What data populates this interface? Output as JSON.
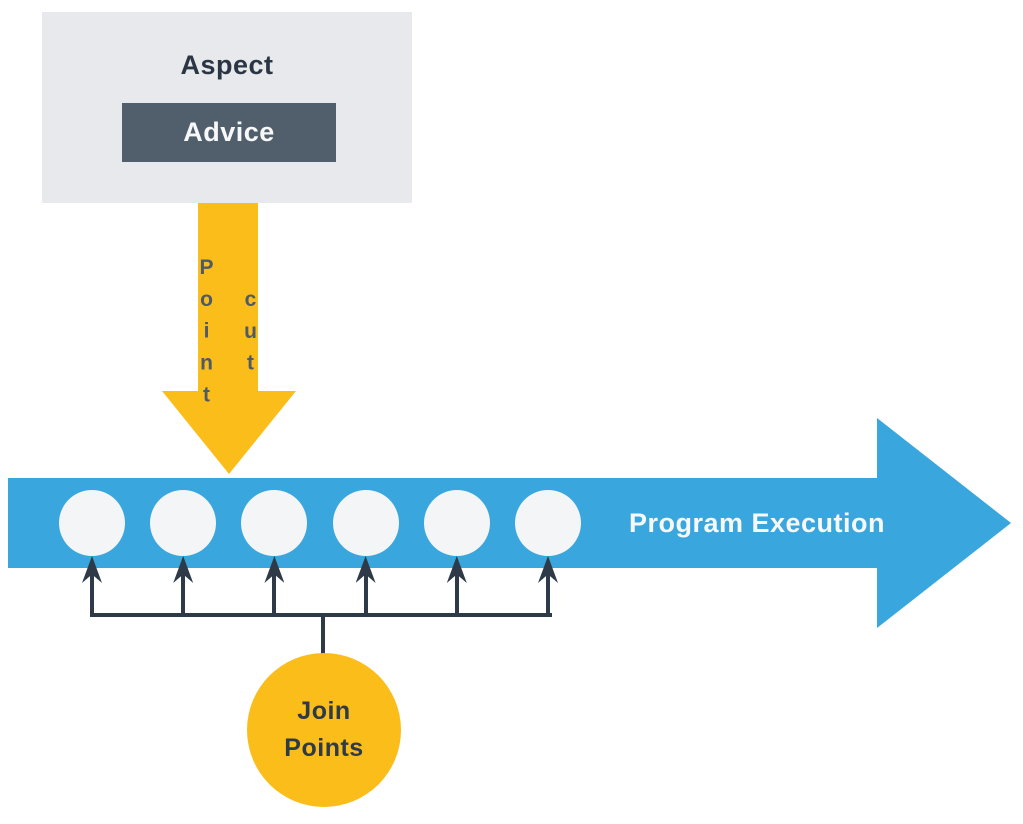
{
  "diagram": {
    "aspect": {
      "title": "Aspect",
      "advice_label": "Advice"
    },
    "pointcut": {
      "label": "Point cut"
    },
    "execution": {
      "label": "Program Execution"
    },
    "join_points": {
      "label": "Join Points",
      "count": 6
    }
  },
  "icons": {
    "pointcut_arrow": "down-arrow-icon",
    "execution_arrow": "right-arrow-icon",
    "connector_arrows": "up-arrow-icon"
  },
  "colors": {
    "yellow": "#FBBD1A",
    "blue": "#39A7DE",
    "dark_navy": "#2B3645",
    "slate_box": "#515F6D",
    "light_gray_box": "#E8E9ED",
    "circle_white": "#F4F5F7",
    "connector_line": "#2E3A47"
  }
}
